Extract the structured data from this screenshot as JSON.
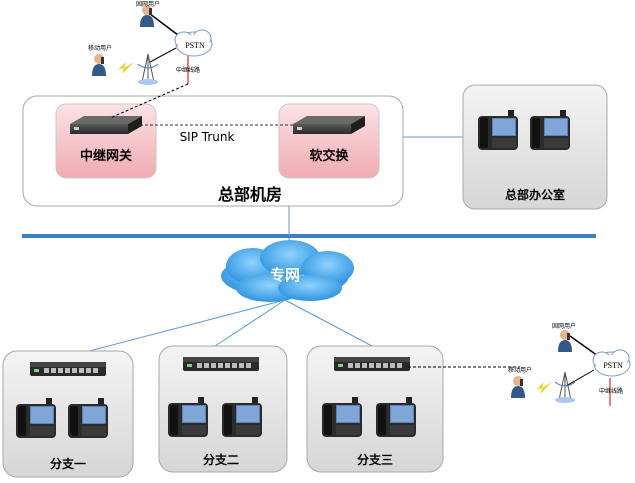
{
  "diagram": {
    "hq_room_label": "总部机房",
    "trunk_gateway_label": "中继网关",
    "softswitch_label": "软交换",
    "sip_trunk_label": "SIP Trunk",
    "hq_office_label": "总部办公室",
    "private_network_label": "专网",
    "branches": [
      {
        "label": "分支一"
      },
      {
        "label": "分支二"
      },
      {
        "label": "分支三"
      }
    ],
    "pstn_top": {
      "pstn_label": "PSTN",
      "fixed_user_label": "固网用户",
      "mobile_user_label": "移动用户",
      "trunk_line_label": "中继线路"
    },
    "pstn_right": {
      "pstn_label": "PSTN",
      "fixed_user_label": "固网用户",
      "mobile_user_label": "移动用户",
      "trunk_line_label": "中继线路"
    }
  }
}
